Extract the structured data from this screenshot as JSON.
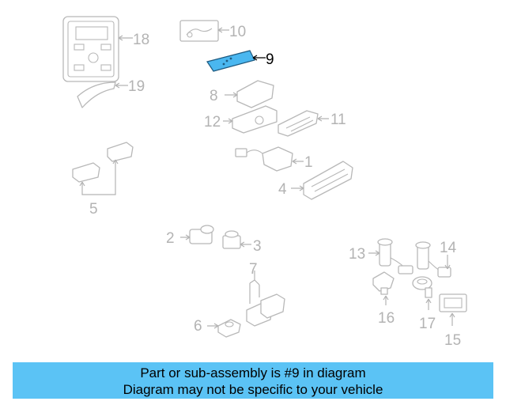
{
  "diagram": {
    "highlight_color": "#4ab7f0",
    "callouts": {
      "c1": "1",
      "c2": "2",
      "c3": "3",
      "c4": "4",
      "c5": "5",
      "c6": "6",
      "c7": "7",
      "c8": "8",
      "c9": "9",
      "c10": "10",
      "c11": "11",
      "c12": "12",
      "c13": "13",
      "c14": "14",
      "c15": "15",
      "c16": "16",
      "c17": "17",
      "c18": "18",
      "c19": "19"
    }
  },
  "caption": {
    "line1": "Part or sub-assembly is #9 in diagram",
    "line2": "Diagram may not be specific to your vehicle",
    "background": "#5bc3f5"
  }
}
